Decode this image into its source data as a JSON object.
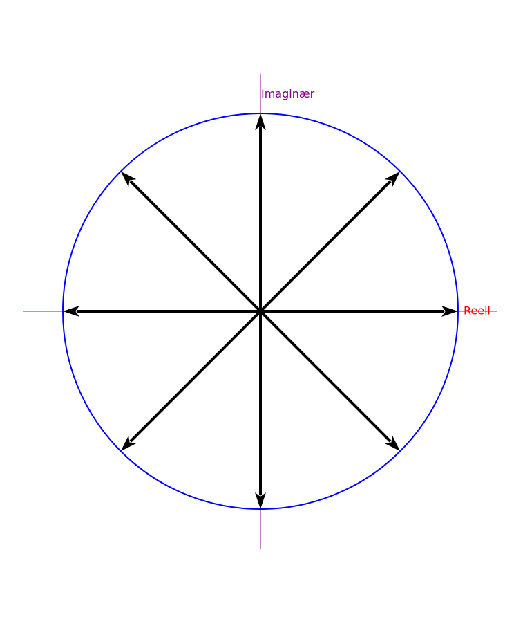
{
  "diagram": {
    "real_axis_label": "Reell",
    "imag_axis_label": "Imaginær",
    "vectors": [
      {
        "angle_deg": 0
      },
      {
        "angle_deg": 45
      },
      {
        "angle_deg": 90
      },
      {
        "angle_deg": 135
      },
      {
        "angle_deg": 180
      },
      {
        "angle_deg": 225
      },
      {
        "angle_deg": 270
      },
      {
        "angle_deg": 315
      }
    ]
  },
  "colors": {
    "real_axis": "#ff0000",
    "imag_axis": "#800080",
    "circle": "#0000ff",
    "vectors": "#000000"
  }
}
